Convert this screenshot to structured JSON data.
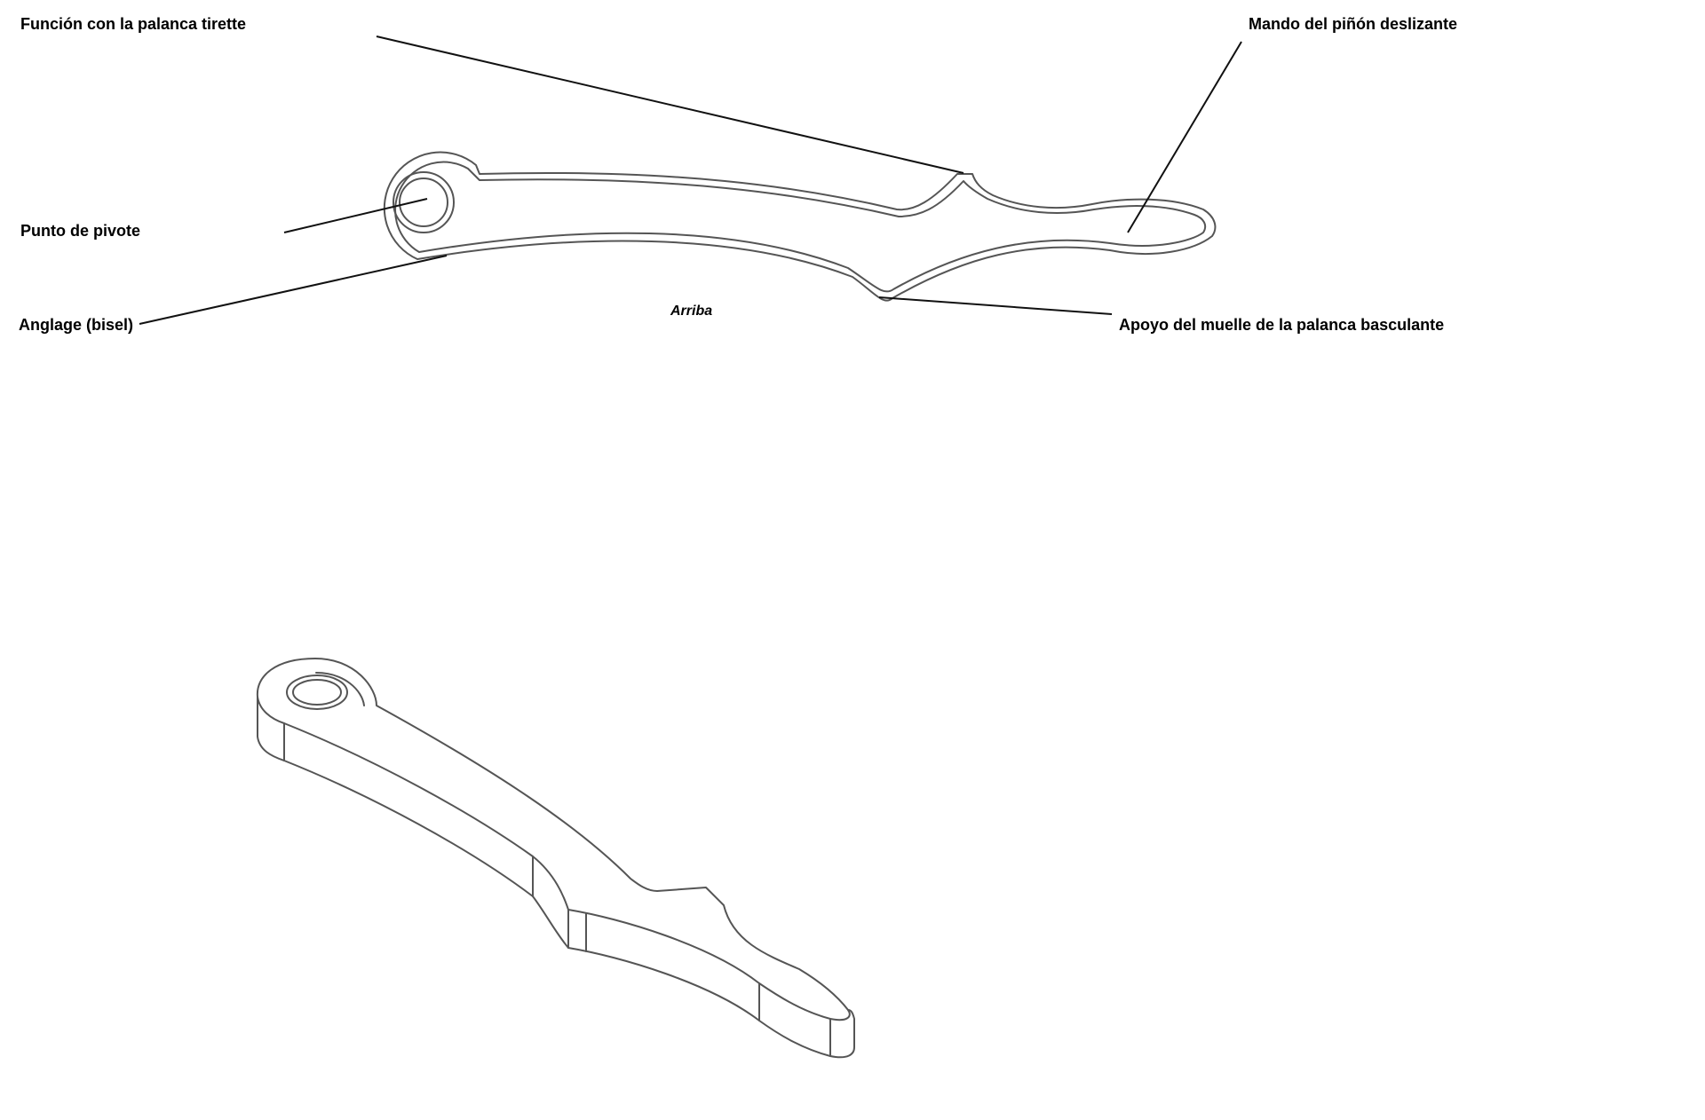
{
  "labels": {
    "funcion_tirette": "Función con la palanca tirette",
    "mando_pinon": "Mando del piñón deslizante",
    "punto_pivote": "Punto de pivote",
    "anglage": "Anglage (bisel)",
    "apoyo_muelle": "Apoyo del muelle de la palanca basculante",
    "arriba": "Arriba"
  },
  "colors": {
    "background": "#ffffff",
    "outline": "#555555",
    "leader": "#111111",
    "text": "#000000"
  }
}
